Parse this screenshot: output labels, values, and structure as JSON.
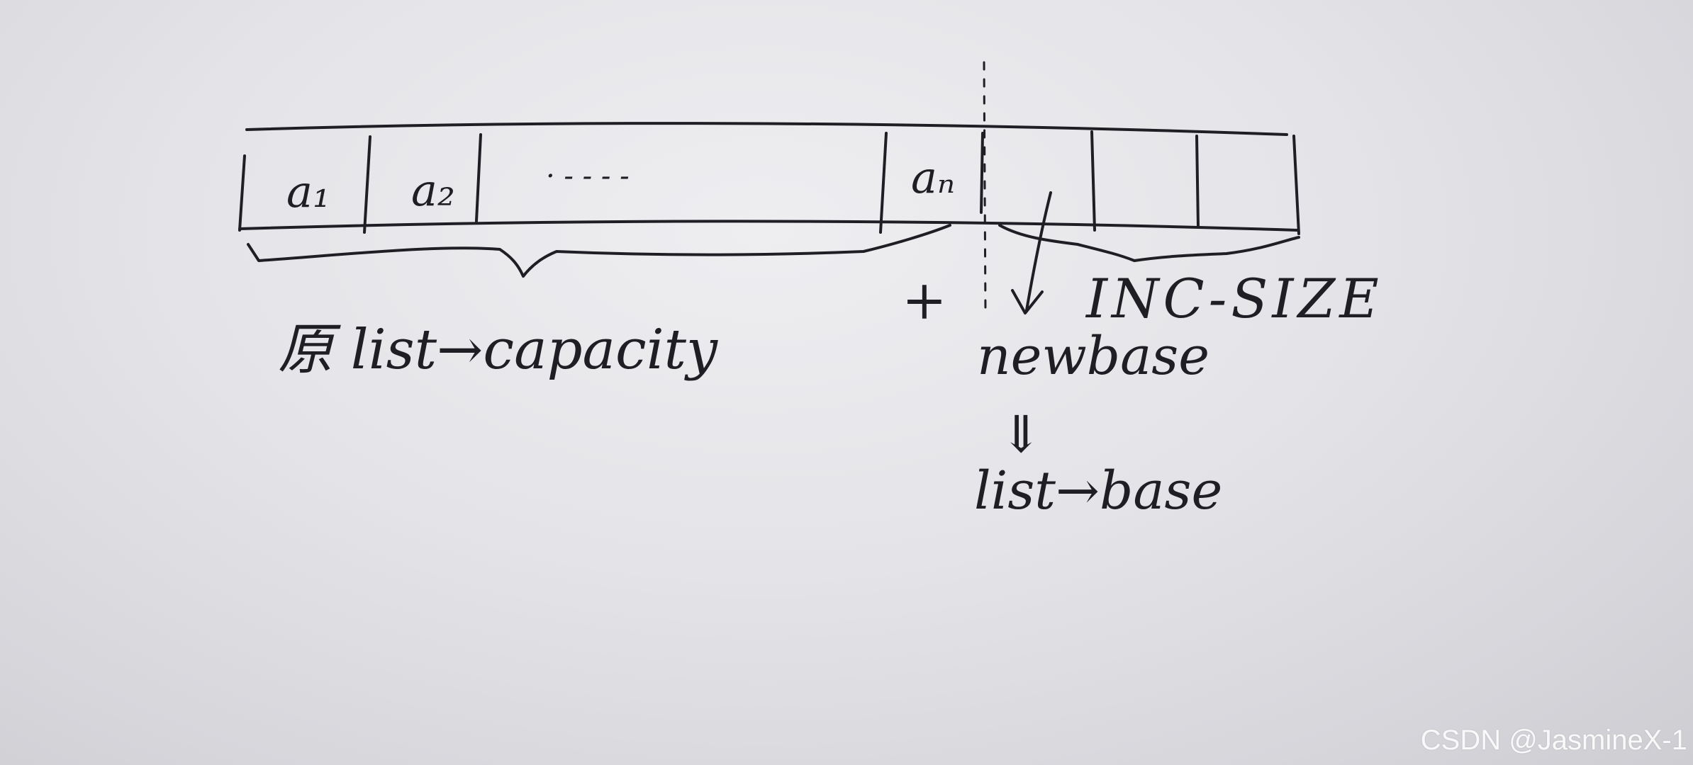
{
  "diagram": {
    "cells": [
      {
        "id": "a1",
        "label": "a₁"
      },
      {
        "id": "a2",
        "label": "a₂"
      },
      {
        "id": "ellipsis",
        "label": "· - - - -"
      },
      {
        "id": "an",
        "label": "aₙ"
      },
      {
        "id": "new1",
        "label": ""
      },
      {
        "id": "new2",
        "label": ""
      },
      {
        "id": "new3",
        "label": ""
      }
    ],
    "original_capacity_label": "原 list→capacity",
    "plus_sign": "+",
    "increment_label": "INC-SIZE",
    "newbase_label": "newbase",
    "down_arrow": "⇓",
    "list_base_label": "list→base"
  },
  "colors": {
    "ink": "#1e1e24",
    "paper": "#e4e4e8",
    "watermark": "#ffffff"
  },
  "watermark": "CSDN @JasmineX-1"
}
